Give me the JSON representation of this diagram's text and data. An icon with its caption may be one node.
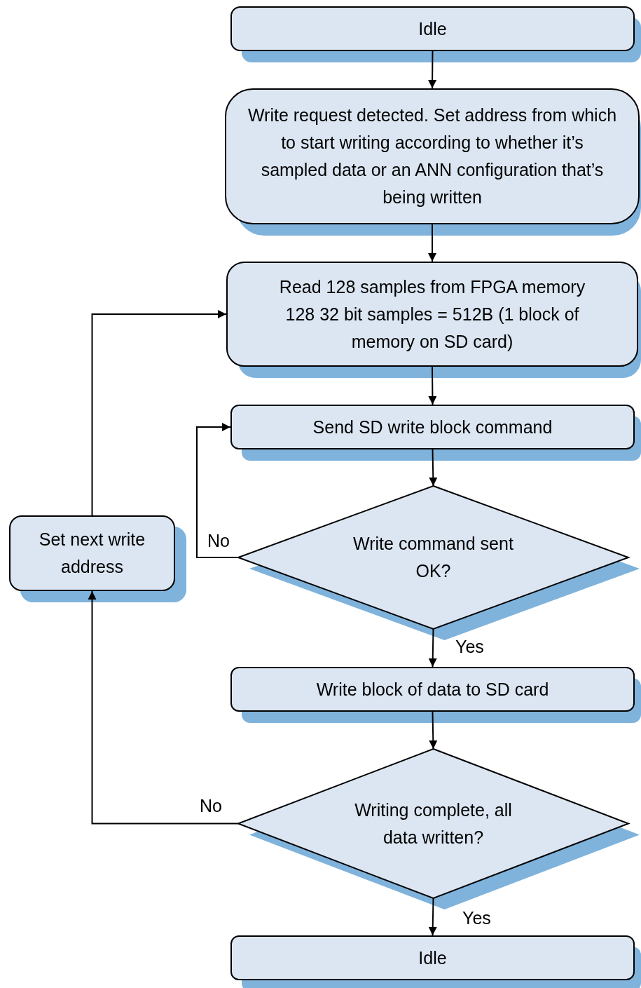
{
  "diagram": {
    "nodes": [
      {
        "text": [
          "Idle"
        ]
      },
      {
        "text": [
          "Write request detected. Set address from which to start writing according to whether it’s sampled data or an ANN configuration that’s being written"
        ]
      },
      {
        "text": [
          "Read 128 samples from FPGA memory 128 32 bit samples = 512B (1 block of memory on SD card)"
        ]
      },
      {
        "text": [
          "Send SD write block command"
        ]
      },
      {
        "text": [
          "Write command sent OK?"
        ]
      },
      {
        "text": [
          "Write block of data to SD card"
        ]
      },
      {
        "text": [
          "Writing complete, all data written?"
        ]
      },
      {
        "text": [
          "Idle"
        ]
      },
      {
        "text": [
          "Set next write address"
        ]
      }
    ],
    "edges": [
      {
        "from": 0,
        "to": 1,
        "arrow": "to"
      },
      {
        "from": 1,
        "to": 2,
        "arrow": "to"
      },
      {
        "from": 2,
        "to": 3,
        "arrow": "to"
      },
      {
        "from": 3,
        "to": 4,
        "arrow": "to"
      },
      {
        "from": 4,
        "to": 5,
        "arrow": "to",
        "label": "Yes"
      },
      {
        "from": 4,
        "to": 3,
        "arrow": "to",
        "label": "No"
      },
      {
        "from": 5,
        "to": 6,
        "arrow": "to"
      },
      {
        "from": 6,
        "to": 7,
        "arrow": "to",
        "label": "Yes"
      },
      {
        "from": 6,
        "to": 8,
        "arrow": "to",
        "label": "No"
      },
      {
        "from": 8,
        "to": 2,
        "arrow": "to"
      }
    ]
  }
}
